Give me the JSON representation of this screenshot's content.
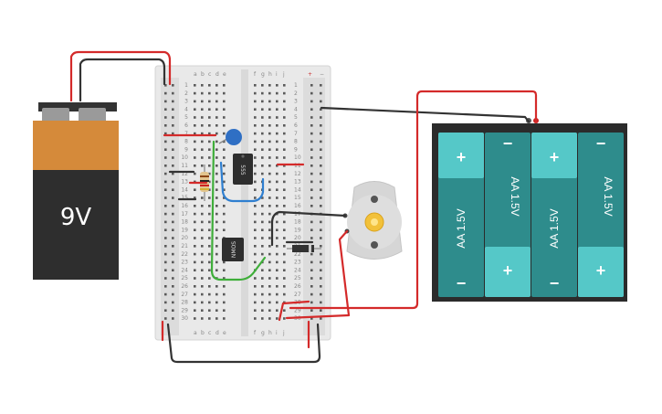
{
  "battery_9v": {
    "label": "9V"
  },
  "battery_pack": {
    "cells": [
      {
        "label": "AA 1.5V",
        "top_sign": "+",
        "bottom_sign": "−"
      },
      {
        "label": "AA 1.5V",
        "top_sign": "−",
        "bottom_sign": "+"
      },
      {
        "label": "AA 1.5V",
        "top_sign": "+",
        "bottom_sign": "−"
      },
      {
        "label": "AA 1.5V",
        "top_sign": "−",
        "bottom_sign": "+"
      }
    ]
  },
  "breadboard": {
    "columns_left": [
      "a",
      "b",
      "c",
      "d",
      "e"
    ],
    "columns_right": [
      "f",
      "g",
      "h",
      "i",
      "j"
    ],
    "rail_plus": "+",
    "rail_minus": "−",
    "rows": 30
  },
  "chips": {
    "timer": "555",
    "mosfet": "NMOS"
  },
  "colors": {
    "wire_red": "#d42a2a",
    "wire_black": "#333333",
    "wire_blue": "#2f7fd0",
    "wire_green": "#3fae3a",
    "battery_teal": "#2e8c8c",
    "battery_cap": "#55c8c8",
    "battery_9v_orange": "#d58a3a"
  }
}
